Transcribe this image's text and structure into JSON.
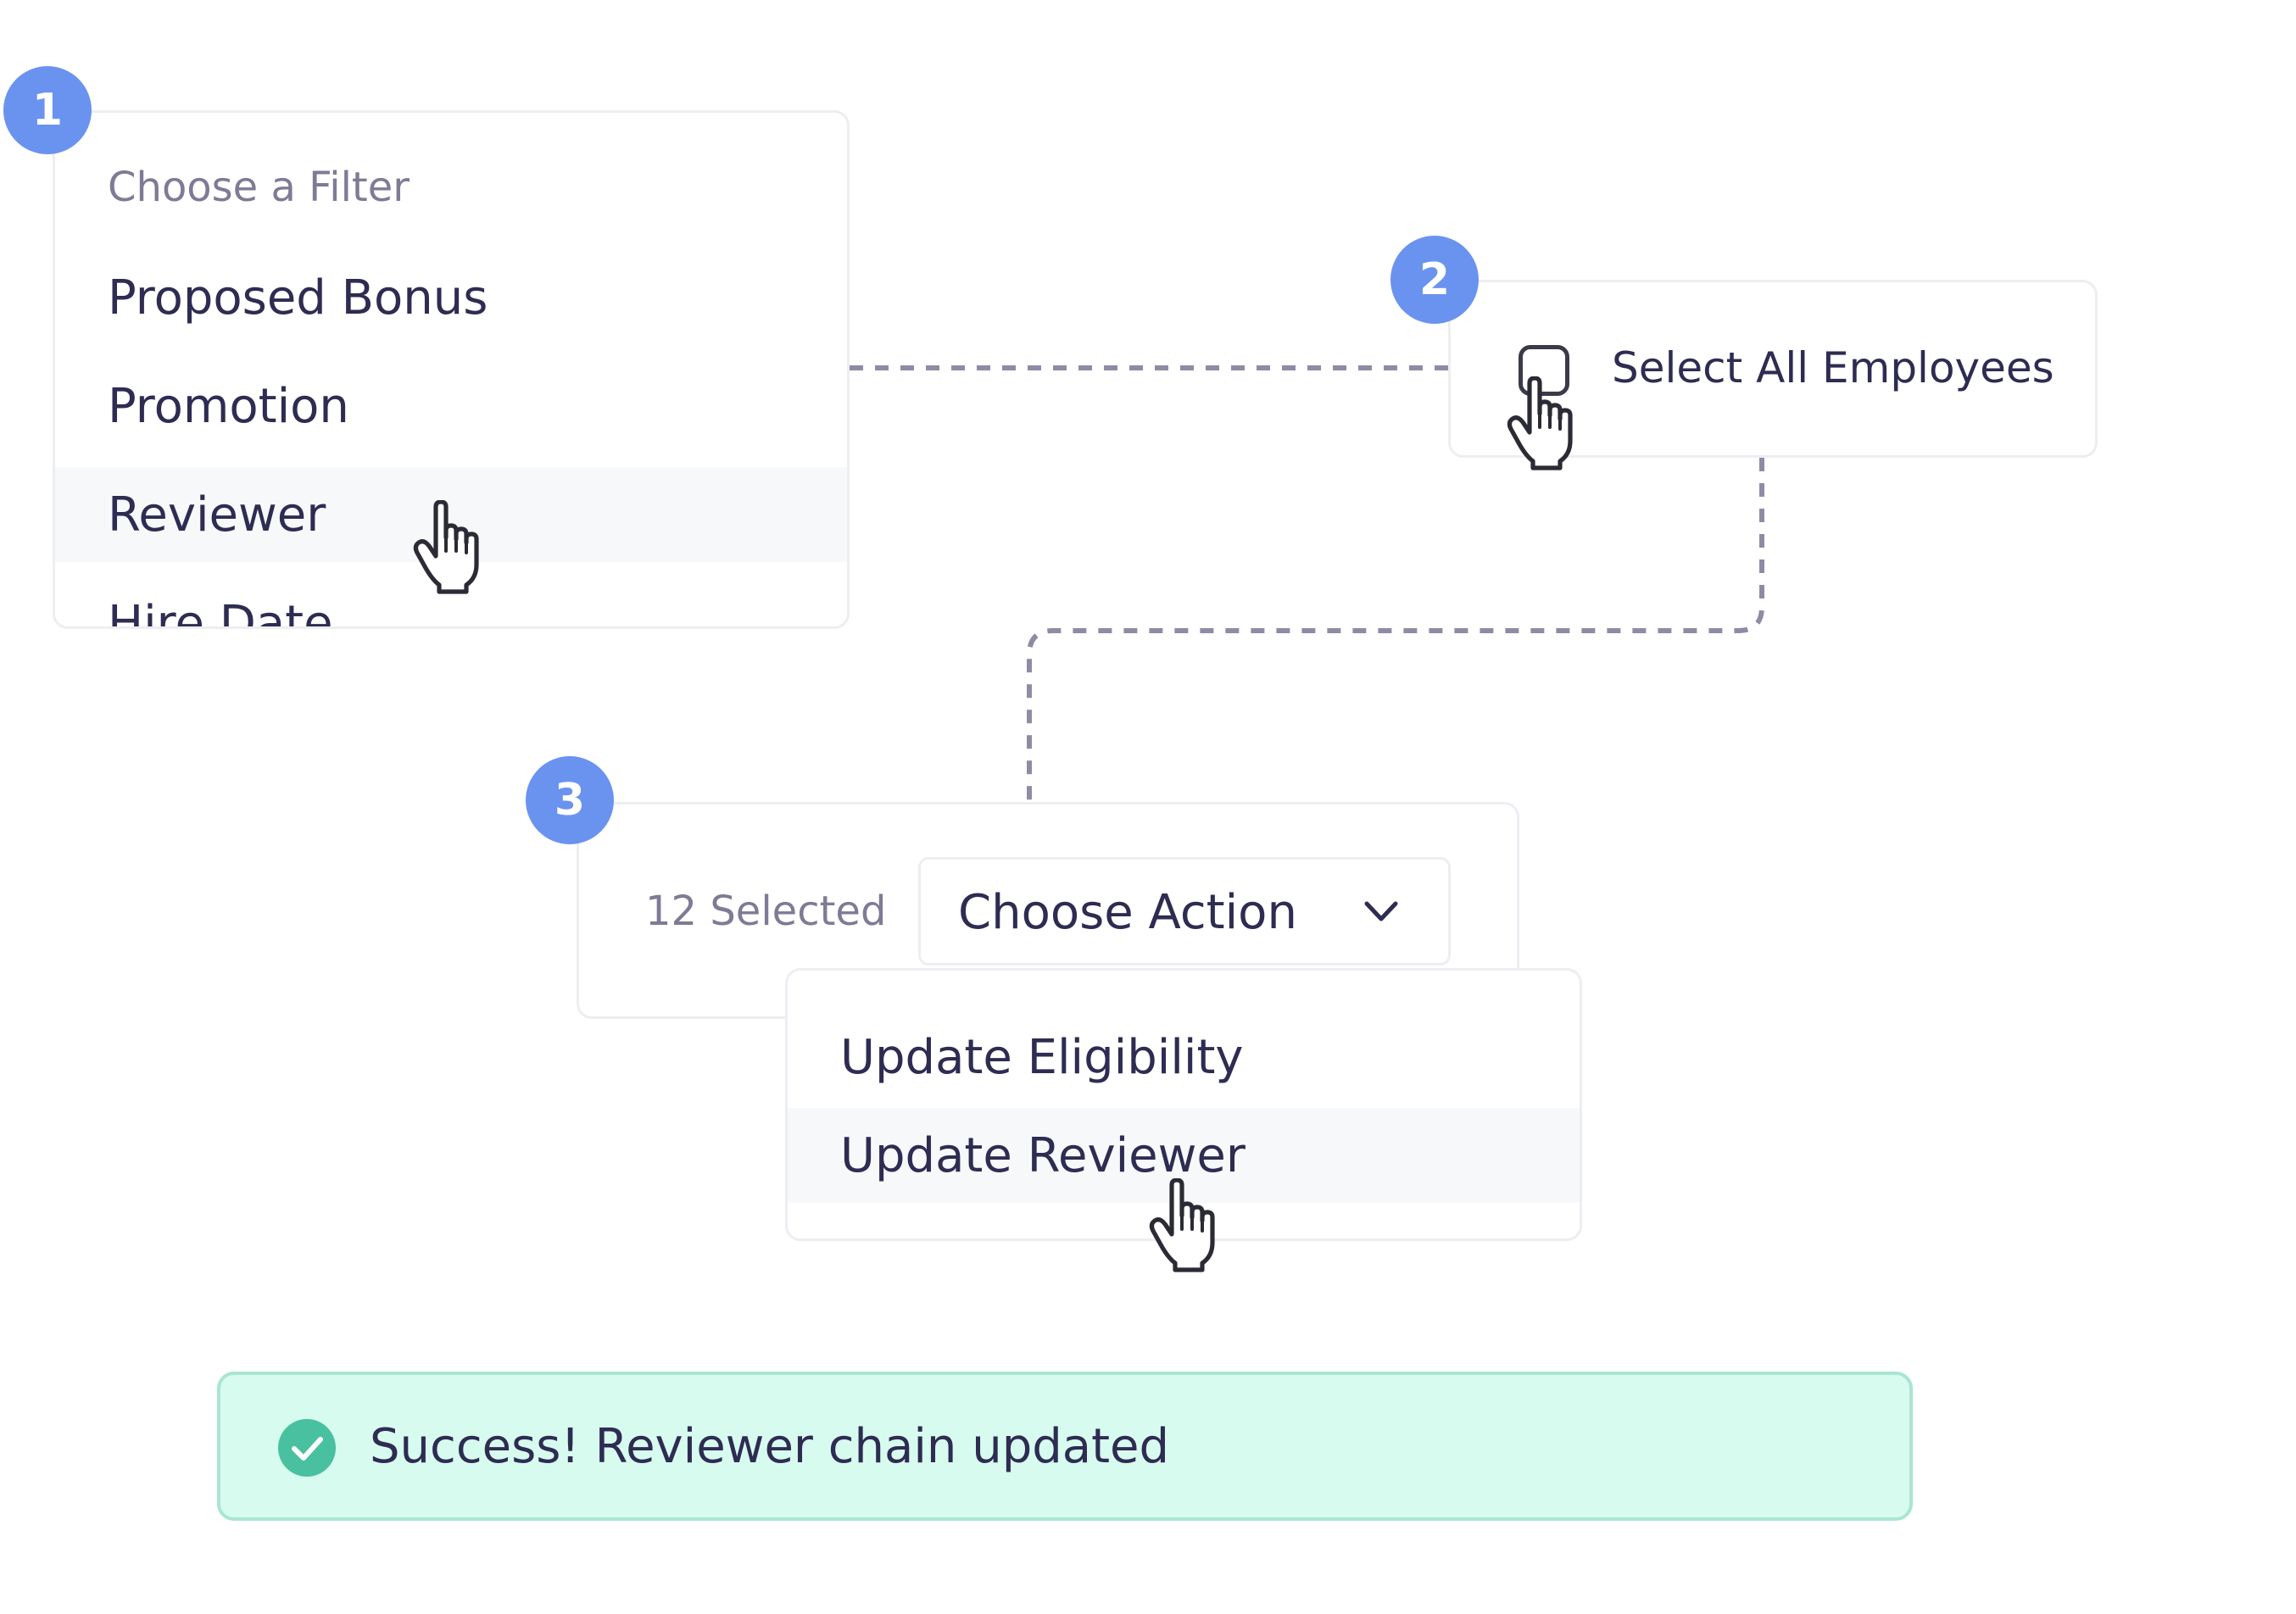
{
  "steps": {
    "one": "1",
    "two": "2",
    "three": "3"
  },
  "filter_menu": {
    "heading": "Choose a Filter",
    "items": [
      {
        "label": "Proposed Bonus"
      },
      {
        "label": "Promotion"
      },
      {
        "label": "Reviewer",
        "active": true
      },
      {
        "label": "Hire Date"
      }
    ]
  },
  "select_all": {
    "label": "Select All Employees"
  },
  "bulk_actions": {
    "selected_count": "12 Selected",
    "select_label": "Choose Action",
    "menu": [
      {
        "label": "Update Eligibility"
      },
      {
        "label": "Update Reviewer",
        "active": true
      }
    ]
  },
  "toast": {
    "message": "Success! Reviewer chain updated"
  },
  "colors": {
    "badge": "#6a93ef",
    "connector": "#8e8ca4",
    "success_bg": "#d8fbef",
    "success_icon": "#49c0a0",
    "text": "#2e2c52",
    "muted": "#7d7b95"
  },
  "icons": {
    "cursor": "hand-pointer-icon",
    "chevron": "chevron-down-icon",
    "success": "check-circle-icon"
  }
}
